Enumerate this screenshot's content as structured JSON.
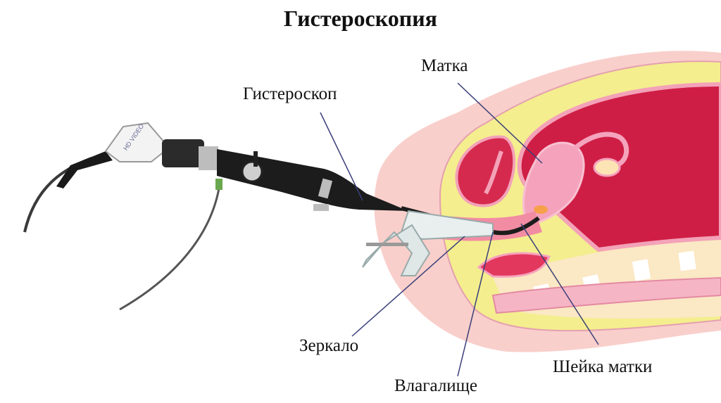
{
  "title": "Гистероскопия",
  "labels": {
    "uterus": "Матка",
    "hysteroscope": "Гистероскоп",
    "speculum": "Зеркало",
    "vagina": "Влагалище",
    "cervix": "Шейка матки"
  },
  "device_marking": "HD VIDEO",
  "colors": {
    "uterus_wall": "#cf1e45",
    "uterus_inner": "#f5a3bd",
    "fat": "#f4ee8e",
    "skin": "#f9cfcb",
    "instrument": "#1c1c1c",
    "leader": "#3a3f7a"
  }
}
